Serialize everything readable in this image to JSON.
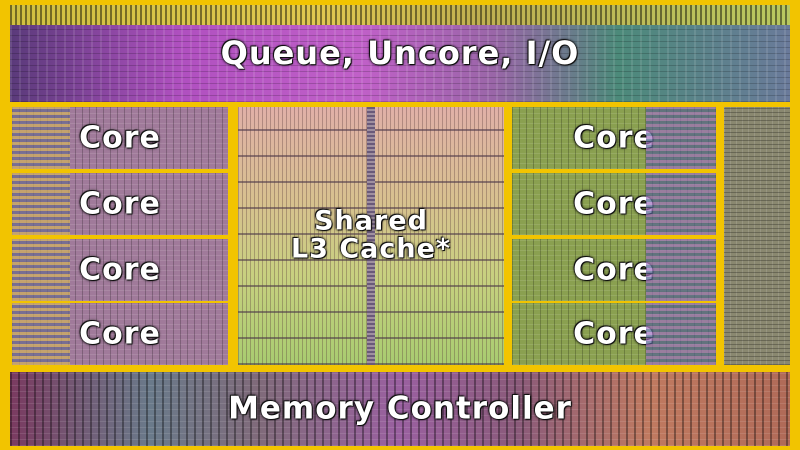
{
  "regions": {
    "queue": {
      "label": "Queue, Uncore, I/O"
    },
    "cores": [
      {
        "label": "Core",
        "side": "left"
      },
      {
        "label": "Core",
        "side": "left"
      },
      {
        "label": "Core",
        "side": "left"
      },
      {
        "label": "Core",
        "side": "left"
      },
      {
        "label": "Core",
        "side": "right"
      },
      {
        "label": "Core",
        "side": "right"
      },
      {
        "label": "Core",
        "side": "right"
      },
      {
        "label": "Core",
        "side": "right"
      }
    ],
    "cache": {
      "line1": "Shared",
      "line2": "L3 Cache*"
    },
    "memory": {
      "label": "Memory Controller"
    }
  },
  "colors": {
    "frame": "#f2c400",
    "label_text": "#ffffff"
  }
}
